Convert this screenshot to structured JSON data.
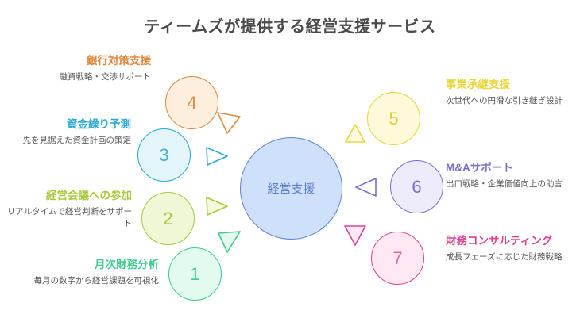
{
  "title": "ティームズが提供する経営支援サービス",
  "center": {
    "label": "経営支援",
    "fill": "#cfe0fb",
    "stroke": "#5b84d6",
    "text_color": "#5b7fcc"
  },
  "nodes": [
    {
      "number": "1",
      "title": "月次財務分析",
      "desc": "毎月の数字から経営課題を可視化",
      "color": "#3ec98f",
      "fill": "#e3faee",
      "side": "left",
      "marker": "triangle-down-right"
    },
    {
      "number": "2",
      "title": "経営会議への参加",
      "desc": "リアルタイムで経営判断をサポート",
      "color": "#a8c83c",
      "fill": "#f0f7d6",
      "side": "left",
      "marker": "triangle-right"
    },
    {
      "number": "3",
      "title": "資金繰り予測",
      "desc": "先を見据えた資金計画の策定",
      "color": "#29a8d0",
      "fill": "#e3f5fb",
      "side": "left",
      "marker": "triangle-right"
    },
    {
      "number": "4",
      "title": "銀行対策支援",
      "desc": "融資戦略・交渉サポート",
      "color": "#e0883c",
      "fill": "#fdeede",
      "side": "left",
      "marker": "triangle-down-right"
    },
    {
      "number": "5",
      "title": "事業承継支援",
      "desc": "次世代への円滑な引き継ぎ設計",
      "color": "#e8d73c",
      "fill": "#fdf9d9",
      "side": "right",
      "marker": "triangle-up"
    },
    {
      "number": "6",
      "title": "M&Aサポート",
      "desc": "出口戦略・企業価値向上の助言",
      "color": "#7b6ecb",
      "fill": "#eeecfa",
      "side": "right",
      "marker": "triangle-left"
    },
    {
      "number": "7",
      "title": "財務コンサルティング",
      "desc": "成長フェーズに応じた財務戦略",
      "color": "#e0408c",
      "fill": "#fde8f3",
      "side": "right",
      "marker": "triangle-down"
    }
  ],
  "background": "#ffffff"
}
